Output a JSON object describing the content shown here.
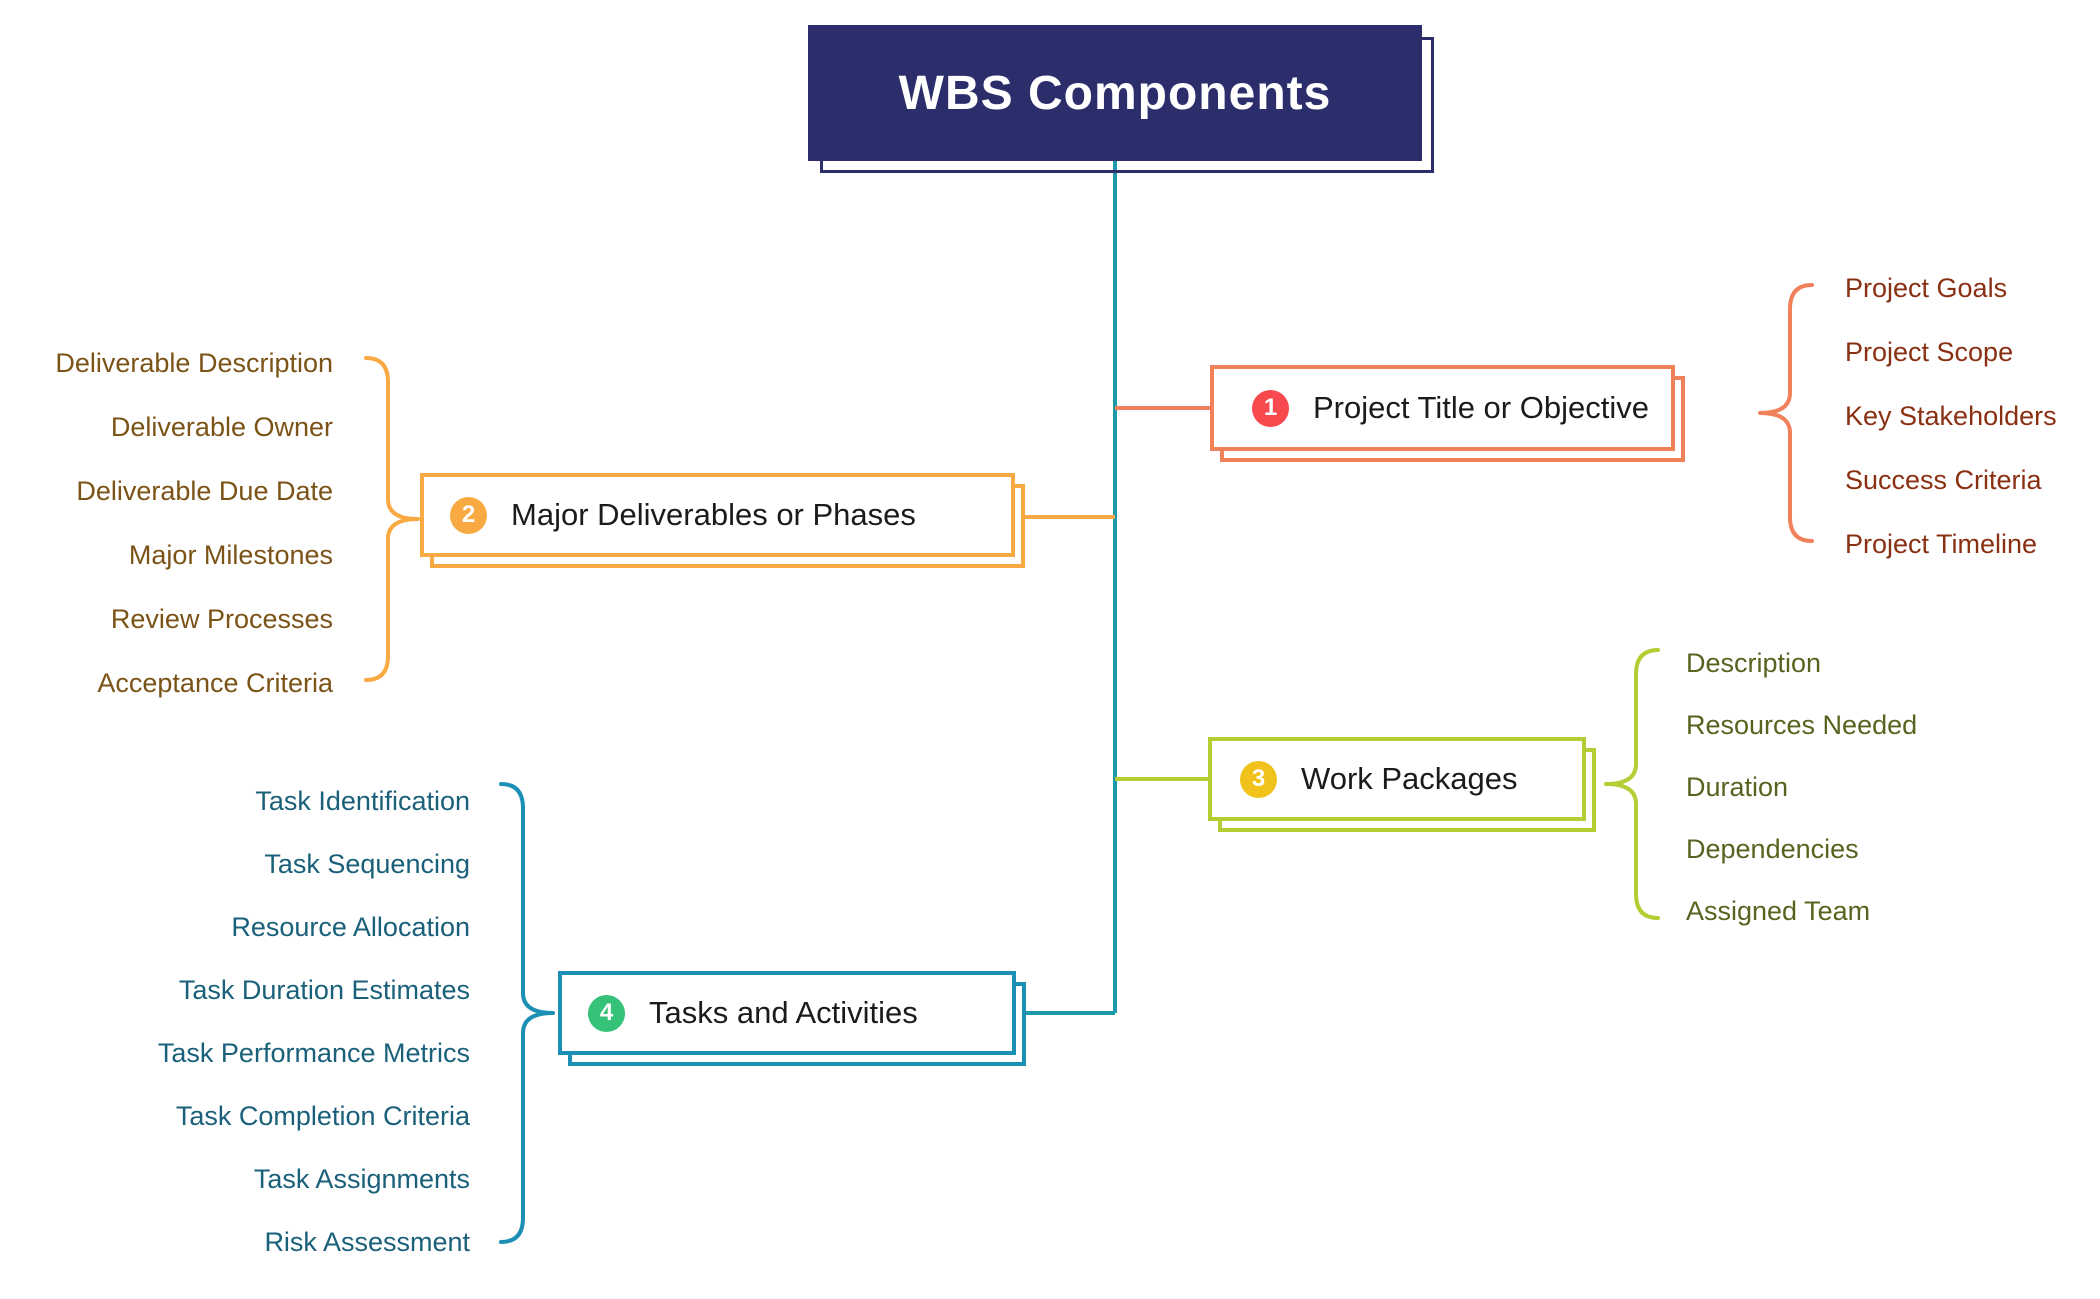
{
  "title": "WBS Components",
  "colors": {
    "navy": "#2B2E6B",
    "coral": "#F0815A",
    "badge-red": "#F8494F",
    "orange": "#F9A942",
    "green": "#B5CC33",
    "badge-gold": "#F1C21B",
    "teal": "#1B90B4",
    "line-teal": "#1C9AAB",
    "badge-green": "#36C379",
    "text-1": "#8A3012",
    "text-2": "#7B5317",
    "text-3": "#59631F",
    "text-4": "#1A607A"
  },
  "branches": [
    {
      "number": "1",
      "label": "Project Title or Objective",
      "items": [
        "Project Goals",
        "Project Scope",
        "Key Stakeholders",
        "Success Criteria",
        "Project Timeline"
      ]
    },
    {
      "number": "2",
      "label": "Major Deliverables or Phases",
      "items": [
        "Deliverable Description",
        "Deliverable Owner",
        "Deliverable Due Date",
        "Major Milestones",
        "Review Processes",
        "Acceptance Criteria"
      ]
    },
    {
      "number": "3",
      "label": "Work Packages",
      "items": [
        "Description",
        "Resources Needed",
        "Duration",
        "Dependencies",
        "Assigned Team"
      ]
    },
    {
      "number": "4",
      "label": "Tasks and Activities",
      "items": [
        "Task Identification",
        "Task Sequencing",
        "Resource Allocation",
        "Task Duration Estimates",
        "Task Performance Metrics",
        "Task Completion Criteria",
        "Task Assignments",
        "Risk Assessment"
      ]
    }
  ]
}
